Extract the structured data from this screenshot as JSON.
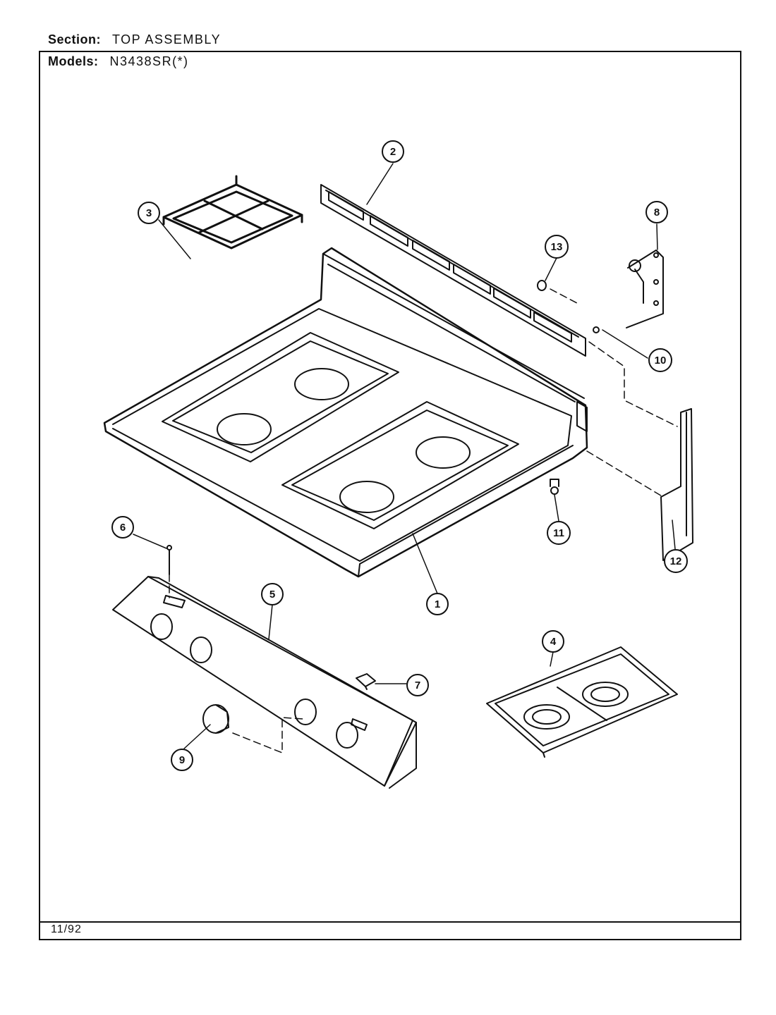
{
  "header": {
    "section_label": "Section:",
    "section_value": "TOP ASSEMBLY",
    "models_label": "Models:",
    "models_value": "N3438SR(*)"
  },
  "footer": {
    "date": "11/92"
  },
  "callouts": [
    "1",
    "2",
    "3",
    "4",
    "5",
    "6",
    "7",
    "8",
    "9",
    "10",
    "11",
    "12",
    "13"
  ],
  "colors": {
    "line": "#111111",
    "paper": "#ffffff"
  }
}
